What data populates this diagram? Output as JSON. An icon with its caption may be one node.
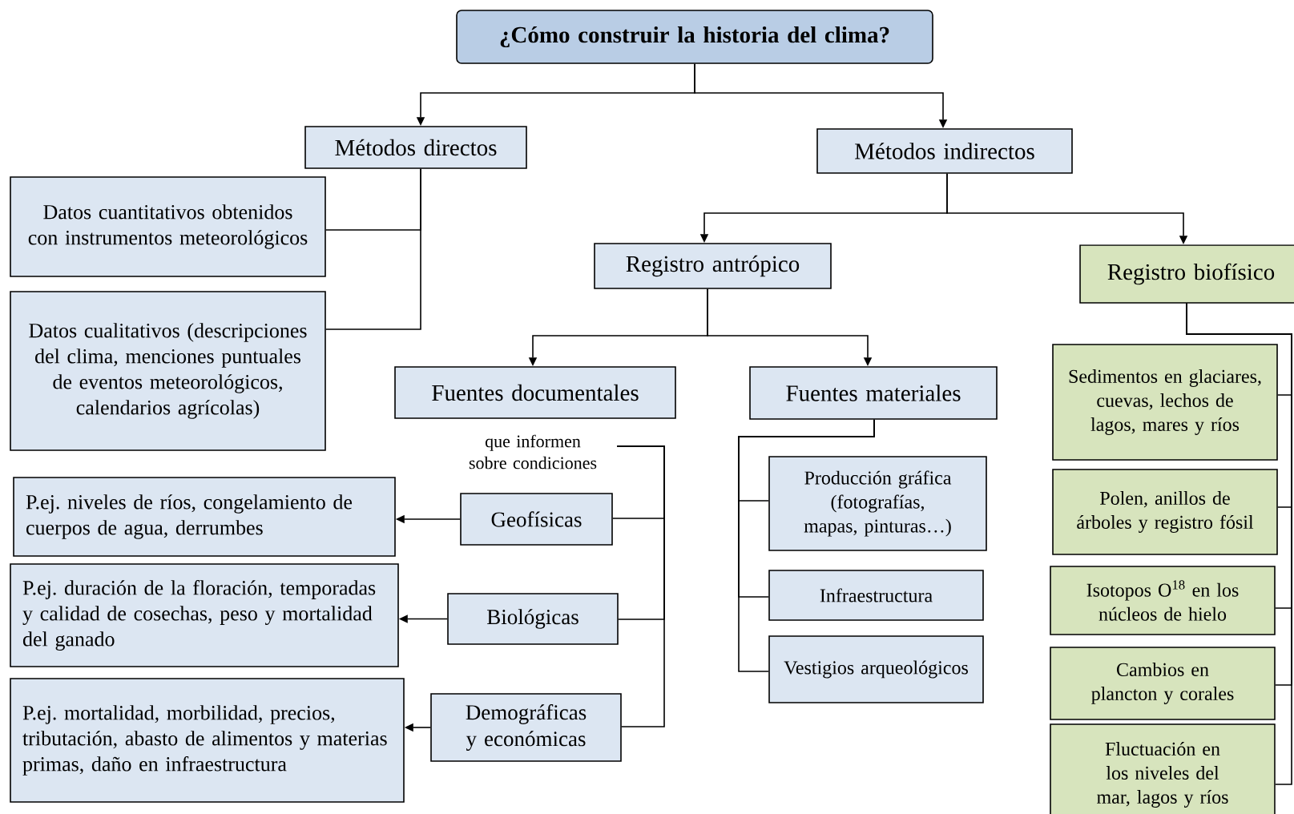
{
  "diagram": {
    "nodes": [
      {
        "text": [
          "¿Cómo construir la historia del clima?"
        ]
      },
      {
        "text": [
          "Métodos directos"
        ]
      },
      {
        "text": [
          "Métodos indirectos"
        ]
      },
      {
        "text": [
          "Datos cuantitativos obtenidos con instrumentos meteorológicos"
        ]
      },
      {
        "text": [
          "Datos cualitativos (descripciones del clima, menciones puntuales de eventos meteorológicos, calendarios agrícolas)"
        ]
      },
      {
        "text": [
          "Registro antrópico"
        ]
      },
      {
        "text": [
          "Registro biofísico"
        ]
      },
      {
        "text": [
          "Fuentes documentales"
        ]
      },
      {
        "text": [
          "Fuentes materiales"
        ]
      },
      {
        "text": [
          "que informen sobre condiciones"
        ]
      },
      {
        "text": [
          "Geofísicas"
        ]
      },
      {
        "text": [
          "P.ej. niveles de ríos, congelamiento de cuerpos de agua, derrumbes"
        ]
      },
      {
        "text": [
          "Biológicas"
        ]
      },
      {
        "text": [
          "P.ej. duración de la floración, temporadas y calidad de cosechas, peso y mortalidad del ganado"
        ]
      },
      {
        "text": [
          "Demográficas y económicas"
        ]
      },
      {
        "text": [
          "P.ej. mortalidad, morbilidad, precios, tributación, abasto de alimentos y materias primas, daño en infraestructura"
        ]
      },
      {
        "text": [
          "Producción gráfica (fotografías, mapas, pinturas…)"
        ]
      },
      {
        "text": [
          "Infraestructura"
        ]
      },
      {
        "text": [
          "Vestigios arqueológicos"
        ]
      },
      {
        "text": [
          "Sedimentos en glaciares, cuevas, lechos de lagos, mares y ríos"
        ]
      },
      {
        "text": [
          "Polen, anillos de árboles y registro fósil"
        ]
      },
      {
        "text": [
          "Isotopos O$^{18}$ en los núcleos de hielo"
        ]
      },
      {
        "text": [
          "Cambios en plancton y corales"
        ]
      },
      {
        "text": [
          "Fluctuación en los niveles del mar, lagos y ríos"
        ]
      }
    ],
    "edges": [
      {
        "from": 0,
        "to": 1,
        "arrow": "to"
      },
      {
        "from": 0,
        "to": 2,
        "arrow": "to"
      },
      {
        "from": 1,
        "to": 3,
        "arrow": "none"
      },
      {
        "from": 1,
        "to": 4,
        "arrow": "none"
      },
      {
        "from": 2,
        "to": 5,
        "arrow": "to"
      },
      {
        "from": 2,
        "to": 6,
        "arrow": "to"
      },
      {
        "from": 5,
        "to": 7,
        "arrow": "to"
      },
      {
        "from": 5,
        "to": 8,
        "arrow": "to"
      },
      {
        "from": 8,
        "to": 16,
        "arrow": "none"
      },
      {
        "from": 8,
        "to": 17,
        "arrow": "none"
      },
      {
        "from": 8,
        "to": 18,
        "arrow": "none"
      },
      {
        "from": 9,
        "to": 10,
        "arrow": "none"
      },
      {
        "from": 9,
        "to": 12,
        "arrow": "none"
      },
      {
        "from": 9,
        "to": 14,
        "arrow": "none"
      },
      {
        "from": 10,
        "to": 11,
        "arrow": "to"
      },
      {
        "from": 12,
        "to": 13,
        "arrow": "to"
      },
      {
        "from": 14,
        "to": 15,
        "arrow": "to"
      },
      {
        "from": 6,
        "to": 19,
        "arrow": "none"
      },
      {
        "from": 6,
        "to": 20,
        "arrow": "none"
      },
      {
        "from": 6,
        "to": 21,
        "arrow": "none"
      },
      {
        "from": 6,
        "to": 22,
        "arrow": "none"
      },
      {
        "from": 6,
        "to": 23,
        "arrow": "none"
      }
    ]
  }
}
